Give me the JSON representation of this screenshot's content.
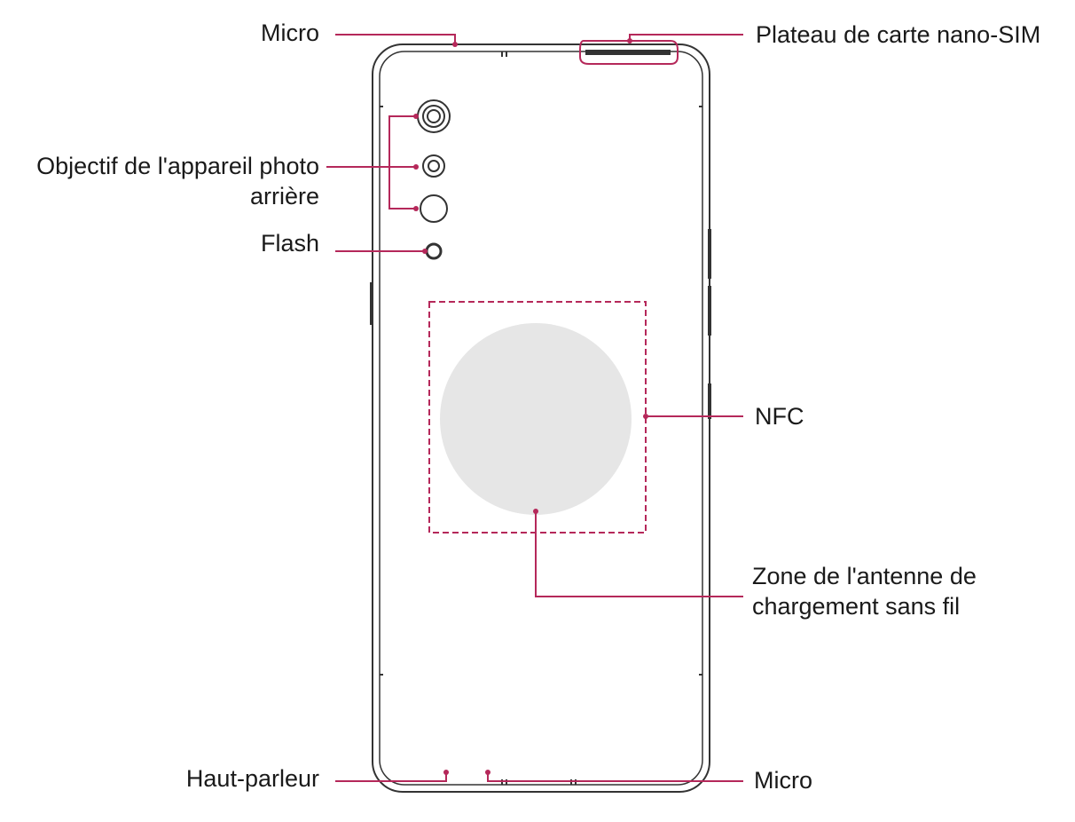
{
  "labels": {
    "micro_top": "Micro",
    "sim_tray": "Plateau de carte nano-SIM",
    "rear_camera_line1": "Objectif de l'appareil photo",
    "rear_camera_line2": "arrière",
    "flash": "Flash",
    "nfc": "NFC",
    "wireless_line1": "Zone de l'antenne de",
    "wireless_line2": "chargement sans fil",
    "speaker": "Haut-parleur",
    "micro_bottom": "Micro"
  },
  "colors": {
    "callout": "#b5285a",
    "outline": "#333333",
    "coil": "#e6e6e6"
  }
}
